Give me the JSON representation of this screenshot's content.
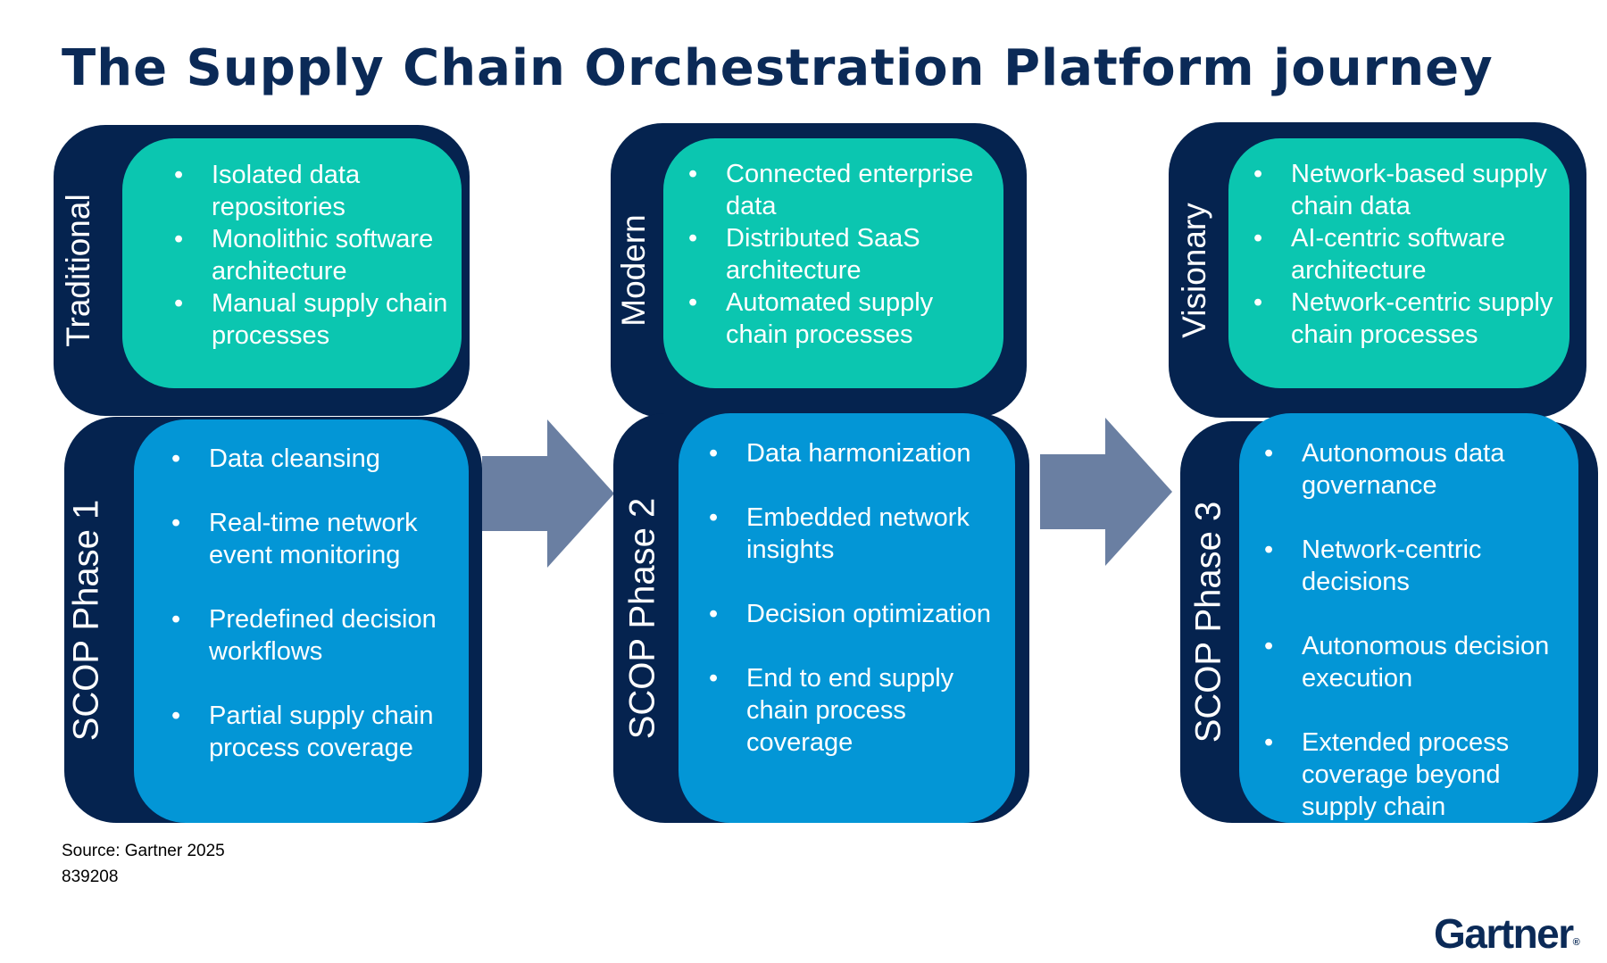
{
  "title": "The Supply Chain Orchestration Platform journey",
  "stages": [
    {
      "label": "Traditional",
      "items": [
        "Isolated data repositories",
        "Monolithic software architecture",
        "Manual supply chain processes"
      ]
    },
    {
      "label": "Modern",
      "items": [
        "Connected enterprise data",
        "Distributed SaaS architecture",
        "Automated supply chain processes"
      ]
    },
    {
      "label": "Visionary",
      "items": [
        "Network-based supply chain data",
        "AI-centric software architecture",
        "Network-centric supply chain processes"
      ]
    }
  ],
  "phases": [
    {
      "label": "SCOP Phase 1",
      "items": [
        "Data cleansing",
        "Real-time network event monitoring",
        "Predefined decision workflows",
        "Partial supply chain process coverage"
      ]
    },
    {
      "label": "SCOP Phase 2",
      "items": [
        "Data harmonization",
        "Embedded network insights",
        "Decision optimization",
        "End to end supply chain process coverage"
      ]
    },
    {
      "label": "SCOP Phase 3",
      "items": [
        "Autonomous data governance",
        "Network-centric decisions",
        "Autonomous decision execution",
        "Extended process coverage beyond supply chain"
      ]
    }
  ],
  "bullet": "•",
  "source": "Source: Gartner 2025",
  "doc_id": "839208",
  "logo": "Gartner",
  "logo_mark": "®",
  "colors": {
    "title": "#0b2a57",
    "navy": "#05234f",
    "teal": "#0bc6b0",
    "blue": "#0396d6",
    "arrow": "#6a7fa2"
  }
}
